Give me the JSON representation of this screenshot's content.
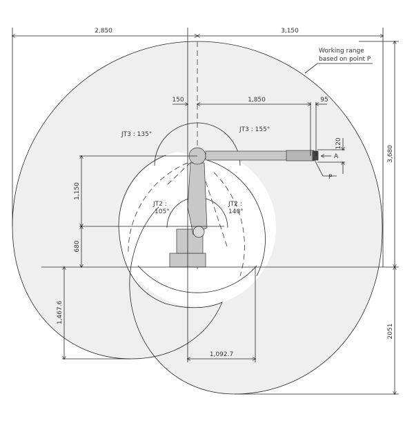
{
  "colors": {
    "range_fill": "#efefef",
    "robot": "#c8c8c8",
    "line": "#222222"
  },
  "dimensions": {
    "left_reach": "2,850",
    "right_reach": "3,150",
    "offset_150": "150",
    "arm_1850": "1,850",
    "tool_95": "95",
    "tool_120": "120",
    "height_1150": "1,150",
    "height_680": "680",
    "height_3680": "3,680",
    "depth_2051": "2051",
    "depth_1467": "1,467.6",
    "width_1092": "1,092.7"
  },
  "labels": {
    "working_range_line1": "Working range",
    "working_range_line2": "based on point P",
    "jt3_neg": "JT3 : 135°",
    "jt3_pos": "JT3 : 155°",
    "jt2_neg_1": "JT2 :",
    "jt2_neg_2": "105°",
    "jt2_pos_1": "JT2 :",
    "jt2_pos_2": "140°",
    "point_p": "P",
    "point_a": "A"
  }
}
